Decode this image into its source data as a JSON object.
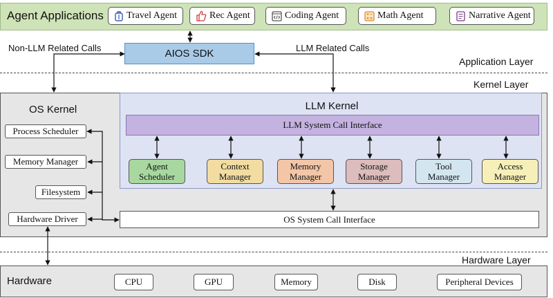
{
  "application_bar": {
    "title": "Agent Applications",
    "agents": [
      {
        "label": "Travel Agent",
        "icon": "luggage-icon"
      },
      {
        "label": "Rec Agent",
        "icon": "thumbs-up-icon"
      },
      {
        "label": "Coding Agent",
        "icon": "code-editor-icon"
      },
      {
        "label": "Math Agent",
        "icon": "calculator-icon"
      },
      {
        "label": "Narrative Agent",
        "icon": "notebook-icon"
      }
    ]
  },
  "sdk": {
    "label": "AIOS SDK",
    "left_call_label": "Non-LLM Related Calls",
    "right_call_label": "LLM Related Calls"
  },
  "layers": {
    "application": "Application Layer",
    "kernel": "Kernel Layer",
    "hardware": "Hardware Layer"
  },
  "os_kernel": {
    "title": "OS Kernel",
    "items": [
      "Process Scheduler",
      "Memory Manager",
      "Filesystem",
      "Hardware Driver"
    ]
  },
  "llm_kernel": {
    "title": "LLM Kernel",
    "syscall_interface": "LLM System Call Interface",
    "managers": [
      {
        "line1": "Agent",
        "line2": "Scheduler",
        "color": "#a8d8a0"
      },
      {
        "line1": "Context",
        "line2": "Manager",
        "color": "#f2dca2"
      },
      {
        "line1": "Memory",
        "line2": "Manager",
        "color": "#f3c6a8"
      },
      {
        "line1": "Storage",
        "line2": "Manager",
        "color": "#dcbcbc"
      },
      {
        "line1": "Tool",
        "line2": "Manager",
        "color": "#d3e6ef"
      },
      {
        "line1": "Access",
        "line2": "Manager",
        "color": "#f6f0b8"
      }
    ]
  },
  "os_syscall_interface": "OS System Call Interface",
  "hardware": {
    "title": "Hardware",
    "items": [
      "CPU",
      "GPU",
      "Memory",
      "Disk",
      "Peripheral Devices"
    ]
  },
  "colors": {
    "application_bar": "#cfe3b8",
    "sdk": "#a9cbe8",
    "llm_kernel": "#dde3f3",
    "llm_syscall": "#c4b2e0",
    "kernel_background": "#e6e6e6"
  }
}
